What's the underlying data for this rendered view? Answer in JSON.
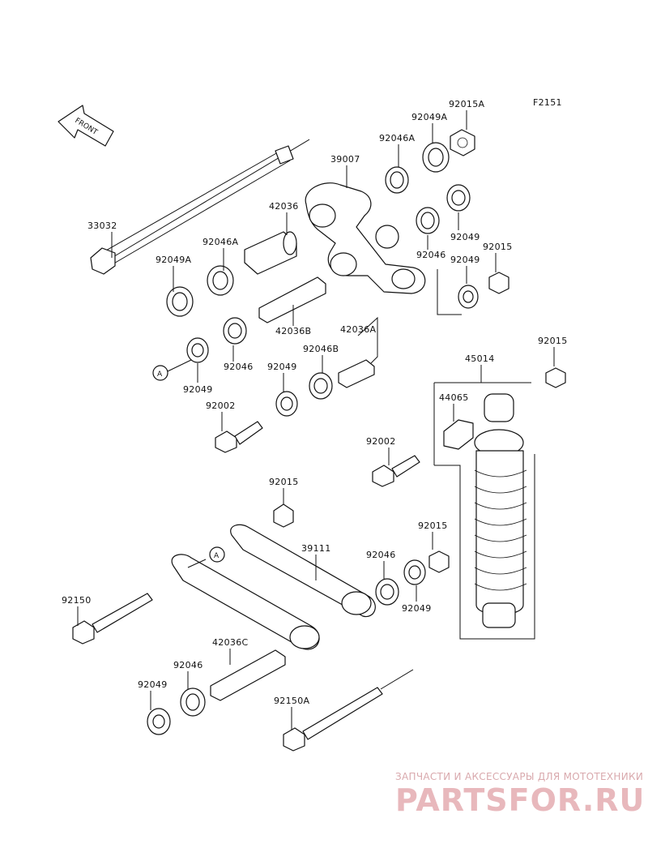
{
  "diagram": {
    "figure_code": "F2151",
    "front_label": "FRONT",
    "callouts": [
      "A",
      "A"
    ],
    "parts": {
      "p33032": "33032",
      "p39007": "39007",
      "p42036": "42036",
      "p92046A_1": "92046A",
      "p92049A_1": "92049A",
      "p92046A_2": "92046A",
      "p92049A_2": "92049A",
      "p92015A": "92015A",
      "p92049_1": "92049",
      "p92015_1": "92015",
      "p92046_1": "92046",
      "p92049_2": "92049",
      "p42036B": "42036B",
      "p42036A": "42036A",
      "p92046_2": "92046",
      "p92046B": "92046B",
      "p92049_3": "92049",
      "p92049_4": "92049",
      "p92002_1": "92002",
      "p45014": "45014",
      "p92015_2": "92015",
      "p44065": "44065",
      "p92002_2": "92002",
      "p92015_3": "92015",
      "p39111": "39111",
      "p92046_3": "92046",
      "p92015_4": "92015",
      "p92049_5": "92049",
      "p92150": "92150",
      "p42036C": "42036C",
      "p92046_4": "92046",
      "p92049_6": "92049",
      "p92150A": "92150A"
    }
  },
  "watermark": {
    "tagline": "ЗАПЧАСТИ И АКСЕССУАРЫ ДЛЯ МОТОТЕХНИКИ",
    "brand": "PARTSFOR.RU"
  }
}
